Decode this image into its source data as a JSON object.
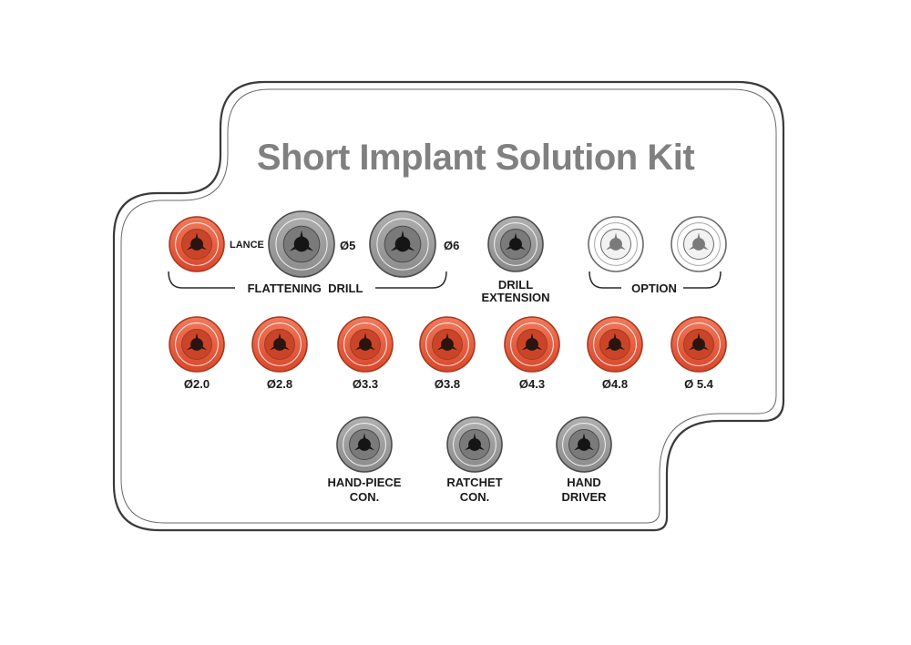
{
  "kit": {
    "title": "Short Implant Solution Kit",
    "colors": {
      "tray_outline": "#3a3a3a",
      "tray_fill": "#ffffff",
      "title_text": "#808080",
      "orange_socket": "#e8573a",
      "orange_socket_dark": "#b23a22",
      "gray_socket": "#9a9a9a",
      "gray_socket_dark": "#5a5a5a",
      "white_socket": "#ffffff",
      "label_text": "#1a1a1a"
    },
    "flattening": {
      "group_label": "FLATTENING  DRILL",
      "lance_label": "LANCE",
      "d5_label": "Ø5",
      "d6_label": "Ø6"
    },
    "extension": {
      "line1": "DRILL",
      "line2": "EXTENSION"
    },
    "option": {
      "group_label": "OPTION"
    },
    "drills": [
      {
        "label": "Ø2.0"
      },
      {
        "label": "Ø2.8"
      },
      {
        "label": "Ø3.3"
      },
      {
        "label": "Ø3.8"
      },
      {
        "label": "Ø4.3"
      },
      {
        "label": "Ø4.8"
      },
      {
        "label": "Ø 5.4"
      }
    ],
    "connectors": [
      {
        "line1": "HAND-PIECE",
        "line2": "CON."
      },
      {
        "line1": "RATCHET",
        "line2": "CON."
      },
      {
        "line1": "HAND",
        "line2": "DRIVER"
      }
    ]
  }
}
